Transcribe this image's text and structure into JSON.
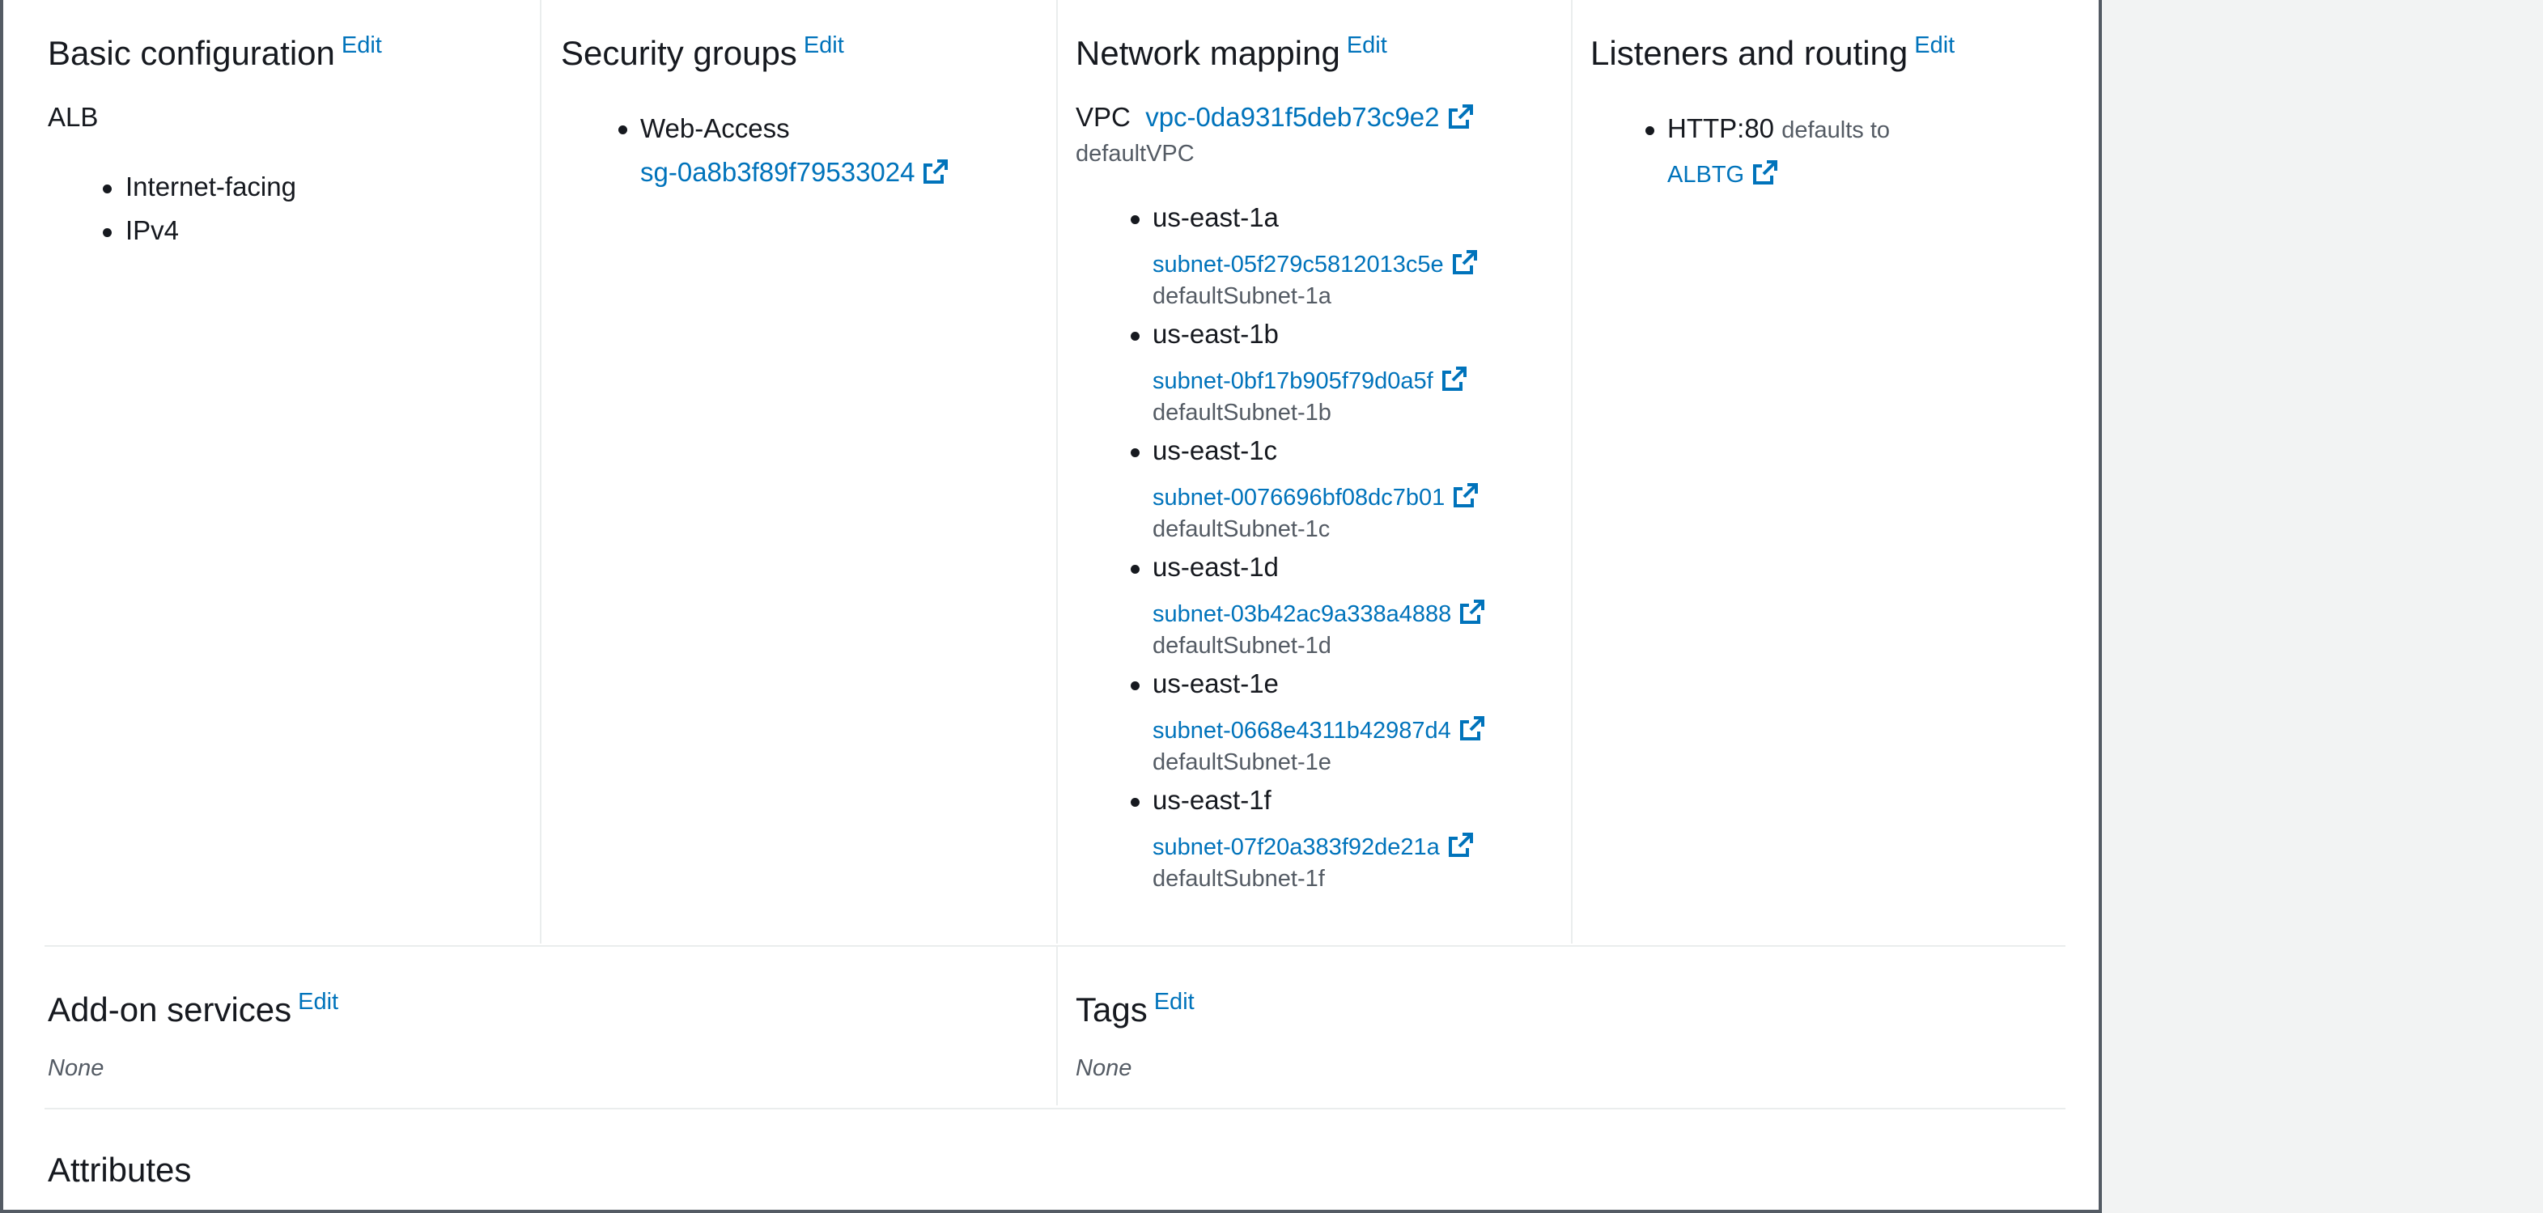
{
  "basic": {
    "title": "Basic configuration",
    "edit": "Edit",
    "name": "ALB",
    "items": [
      "Internet-facing",
      "IPv4"
    ]
  },
  "security": {
    "title": "Security groups",
    "edit": "Edit",
    "group_name": "Web-Access",
    "group_id": "sg-0a8b3f89f79533024"
  },
  "network": {
    "title": "Network mapping",
    "edit": "Edit",
    "vpc_label": "VPC",
    "vpc_id": "vpc-0da931f5deb73c9e2",
    "vpc_name": "defaultVPC",
    "zones": [
      {
        "zone": "us-east-1a",
        "subnet": "subnet-05f279c5812013c5e",
        "name": "defaultSubnet-1a"
      },
      {
        "zone": "us-east-1b",
        "subnet": "subnet-0bf17b905f79d0a5f",
        "name": "defaultSubnet-1b"
      },
      {
        "zone": "us-east-1c",
        "subnet": "subnet-0076696bf08dc7b01",
        "name": "defaultSubnet-1c"
      },
      {
        "zone": "us-east-1d",
        "subnet": "subnet-03b42ac9a338a4888",
        "name": "defaultSubnet-1d"
      },
      {
        "zone": "us-east-1e",
        "subnet": "subnet-0668e4311b42987d4",
        "name": "defaultSubnet-1e"
      },
      {
        "zone": "us-east-1f",
        "subnet": "subnet-07f20a383f92de21a",
        "name": "defaultSubnet-1f"
      }
    ]
  },
  "listeners": {
    "title": "Listeners and routing",
    "edit": "Edit",
    "listener": "HTTP:80",
    "defaults_to": "defaults to",
    "target_group": "ALBTG"
  },
  "addons": {
    "title": "Add-on services",
    "edit": "Edit",
    "value": "None"
  },
  "tags": {
    "title": "Tags",
    "edit": "Edit",
    "value": "None"
  },
  "attributes": {
    "title": "Attributes"
  },
  "colors": {
    "link": "#0073bb",
    "text": "#16191f",
    "muted": "#545b64",
    "divider": "#eaeded"
  }
}
